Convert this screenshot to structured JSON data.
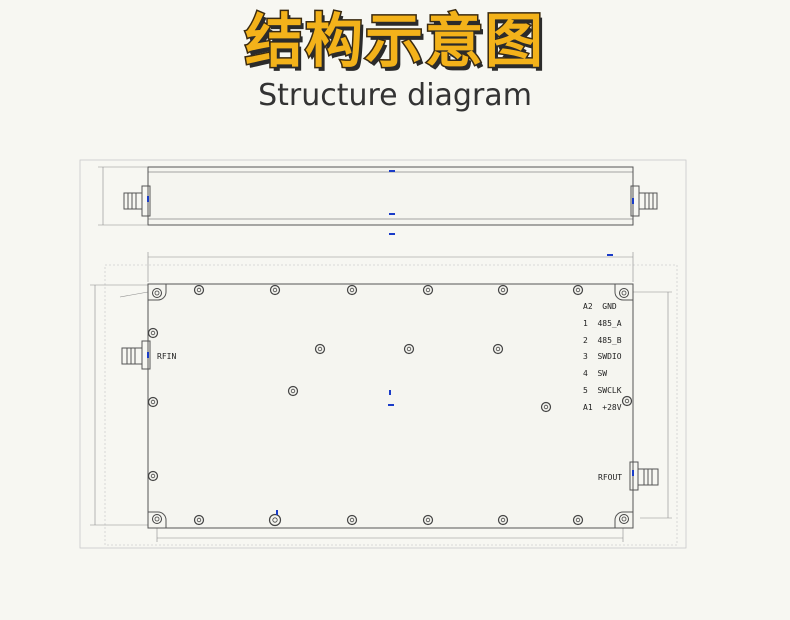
{
  "title_cn": "结构示意图",
  "title_en": "Structure diagram",
  "ports": {
    "rf_in": "RFIN",
    "rf_out": "RFOUT"
  },
  "pin_list": [
    "A2  GND",
    "1  485_A",
    "2  485_B",
    "3  SWDIO",
    "4  SW",
    "5  SWCLK",
    "A1  +28V"
  ],
  "colors": {
    "title_fill": "#f3b21a",
    "title_outline": "#3a2a10",
    "line": "#555555",
    "dim_line": "#8a8a8a",
    "marker": "#1a3cc8"
  }
}
